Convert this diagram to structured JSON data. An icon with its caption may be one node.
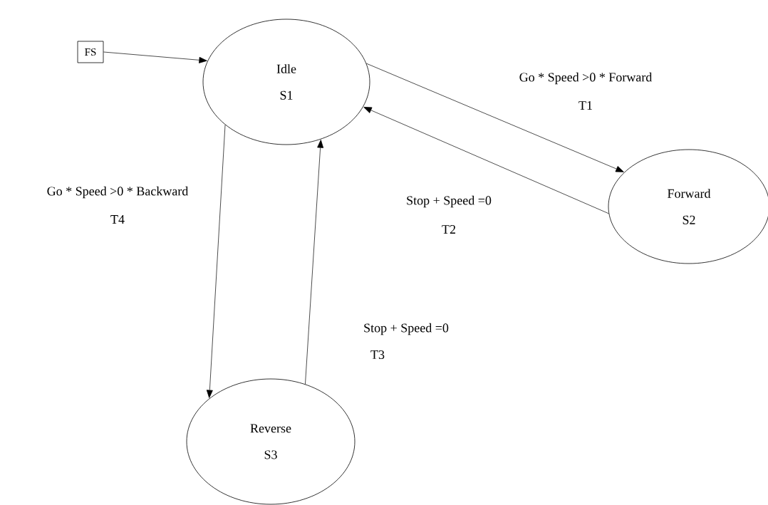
{
  "diagram": {
    "nodes": [
      {
        "text": [
          "FS"
        ]
      },
      {
        "text": [
          "Idle",
          "S1"
        ]
      },
      {
        "text": [
          "Forward",
          "S2"
        ]
      },
      {
        "text": [
          "Reverse",
          "S3"
        ]
      }
    ],
    "edges": [
      {
        "from": 0,
        "to": 1,
        "arrow": "to"
      },
      {
        "from": 1,
        "to": 2,
        "arrow": "to",
        "label": "Go * Speed >0 * Forward"
      },
      {
        "from": 2,
        "to": 1,
        "arrow": "to",
        "label": "Stop + Speed =0"
      },
      {
        "from": 3,
        "to": 1,
        "arrow": "to",
        "label": "Stop + Speed =0"
      },
      {
        "from": 1,
        "to": 3,
        "arrow": "to",
        "label": "Go * Speed >0 * Backward"
      }
    ],
    "labels": [
      "T1",
      "T2",
      "T3",
      "T4"
    ]
  }
}
